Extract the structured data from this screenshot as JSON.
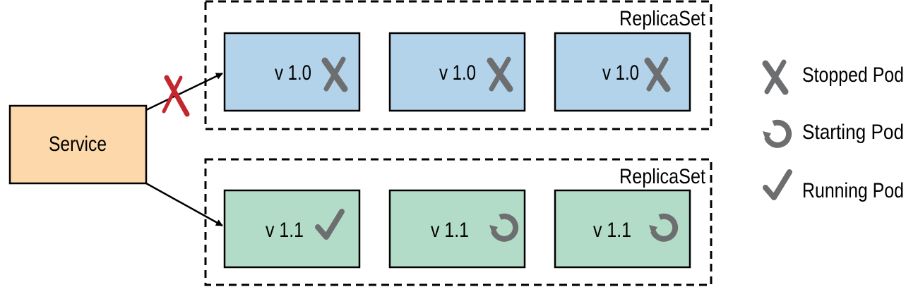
{
  "service": {
    "label": "Service"
  },
  "replicasets": [
    {
      "label": "ReplicaSet",
      "pods": [
        {
          "version": "v 1.0",
          "state": "stopped"
        },
        {
          "version": "v 1.0",
          "state": "stopped"
        },
        {
          "version": "v 1.0",
          "state": "stopped"
        }
      ],
      "color": "#b3d3ea",
      "connection": "blocked"
    },
    {
      "label": "ReplicaSet",
      "pods": [
        {
          "version": "v 1.1",
          "state": "running"
        },
        {
          "version": "v 1.1",
          "state": "starting"
        },
        {
          "version": "v 1.1",
          "state": "starting"
        }
      ],
      "color": "#b3dcc8",
      "connection": "active"
    }
  ],
  "legend": [
    {
      "icon": "stopped-icon",
      "label": "Stopped Pod"
    },
    {
      "icon": "starting-icon",
      "label": "Starting Pod"
    },
    {
      "icon": "running-icon",
      "label": "Running Pod"
    }
  ],
  "colors": {
    "service_fill": "#fcd8aa",
    "icon_gray": "#6d6e70",
    "blocked_mark": "#c1272d"
  }
}
